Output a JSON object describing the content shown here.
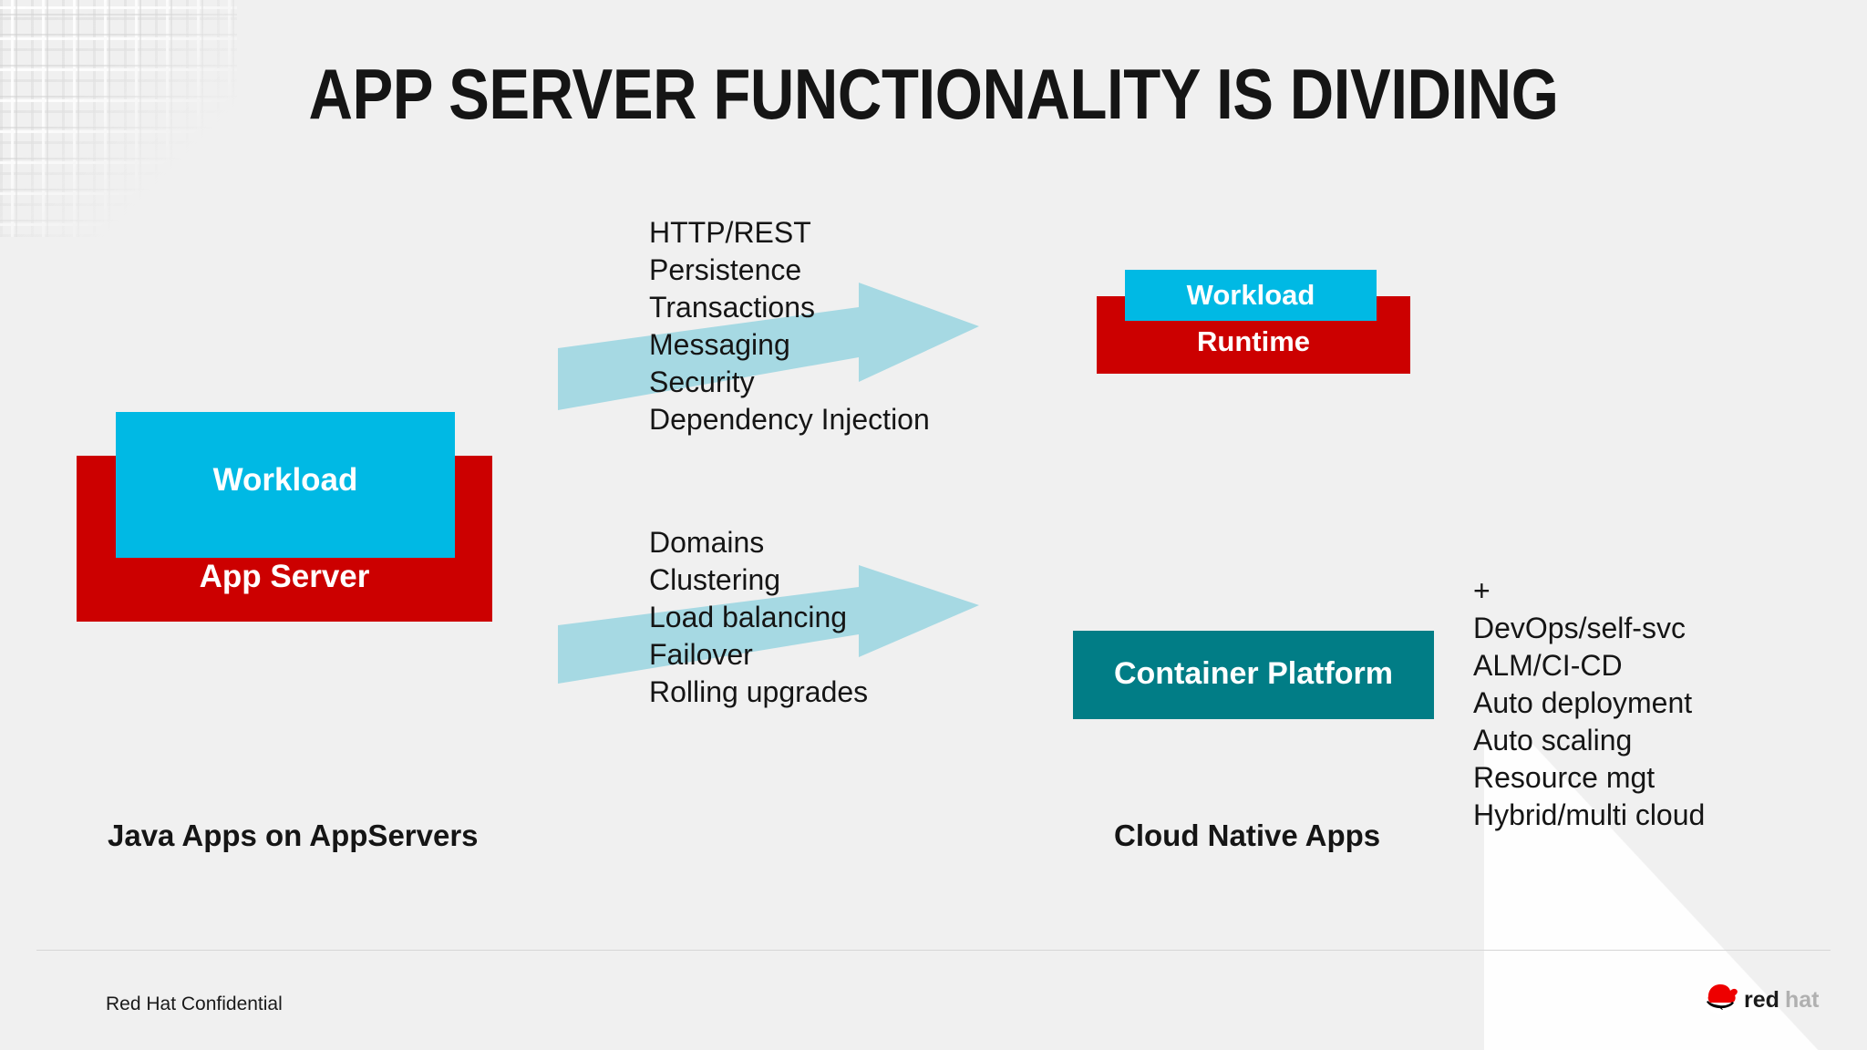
{
  "slide": {
    "title": "APP SERVER FUNCTIONALITY IS DIVIDING",
    "background_color": "#f0f0f0"
  },
  "colors": {
    "red": "#cc0000",
    "cyan": "#00b9e4",
    "teal": "#017d86",
    "arrow": "#a6d9e3",
    "text": "#151515"
  },
  "left_group": {
    "workload_label": "Workload",
    "app_server_label": "App Server",
    "caption": "Java Apps on AppServers"
  },
  "right_group": {
    "workload_label": "Workload",
    "runtime_label": "Runtime",
    "container_platform_label": "Container Platform",
    "caption": "Cloud Native Apps"
  },
  "lists": {
    "runtime_features": [
      "HTTP/REST",
      "Persistence",
      "Transactions",
      "Messaging",
      "Security",
      "Dependency Injection"
    ],
    "platform_features": [
      "Domains",
      "Clustering",
      "Load balancing",
      "Failover",
      "Rolling upgrades"
    ],
    "additional_features": [
      "+",
      "DevOps/self-svc",
      "ALM/CI-CD",
      "Auto deployment",
      "Auto scaling",
      "Resource mgt",
      "Hybrid/multi cloud"
    ]
  },
  "footer": {
    "confidentiality": "Red Hat Confidential",
    "logo_text_primary": "red",
    "logo_text_secondary": "hat"
  }
}
